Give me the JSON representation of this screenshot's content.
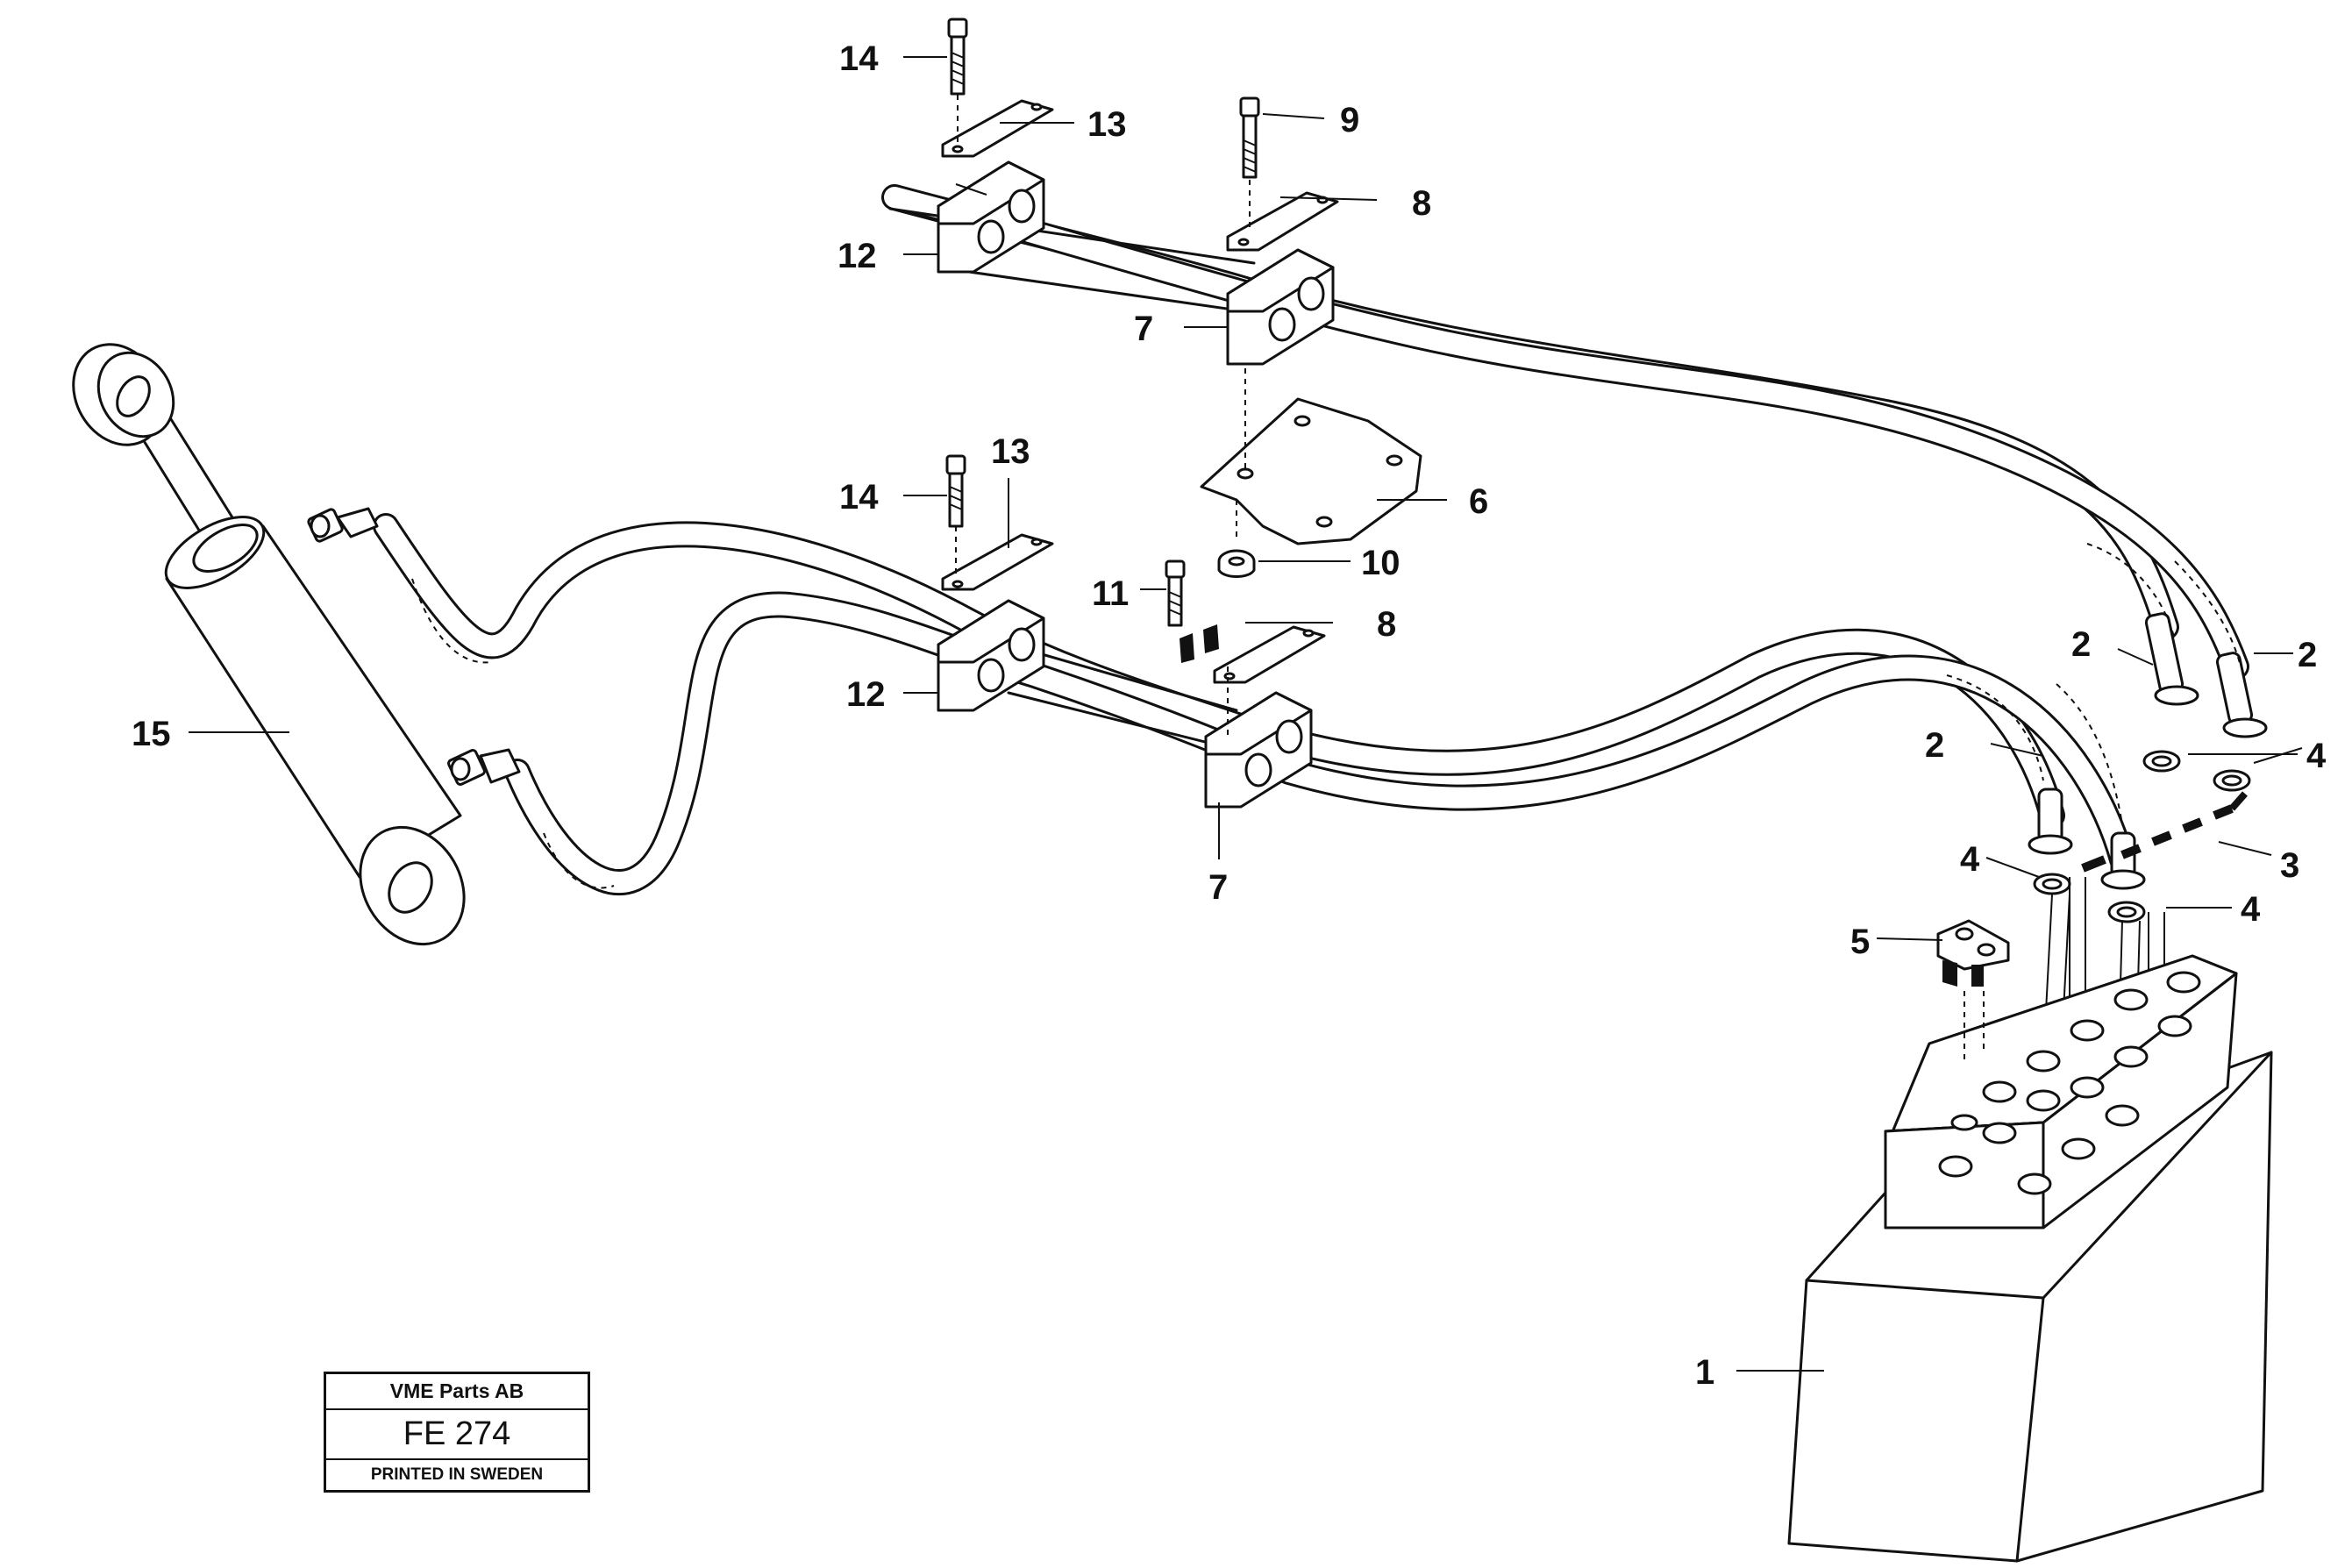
{
  "callouts": {
    "c1": "1",
    "c2": "2",
    "c3": "3",
    "c4": "4",
    "c5": "5",
    "c6": "6",
    "c7": "7",
    "c8": "8",
    "c9": "9",
    "c10": "10",
    "c11": "11",
    "c12": "12",
    "c13": "13",
    "c14": "14",
    "c15": "15"
  },
  "title_block": {
    "company": "VME Parts AB",
    "code": "FE 274",
    "printed": "PRINTED IN SWEDEN"
  }
}
